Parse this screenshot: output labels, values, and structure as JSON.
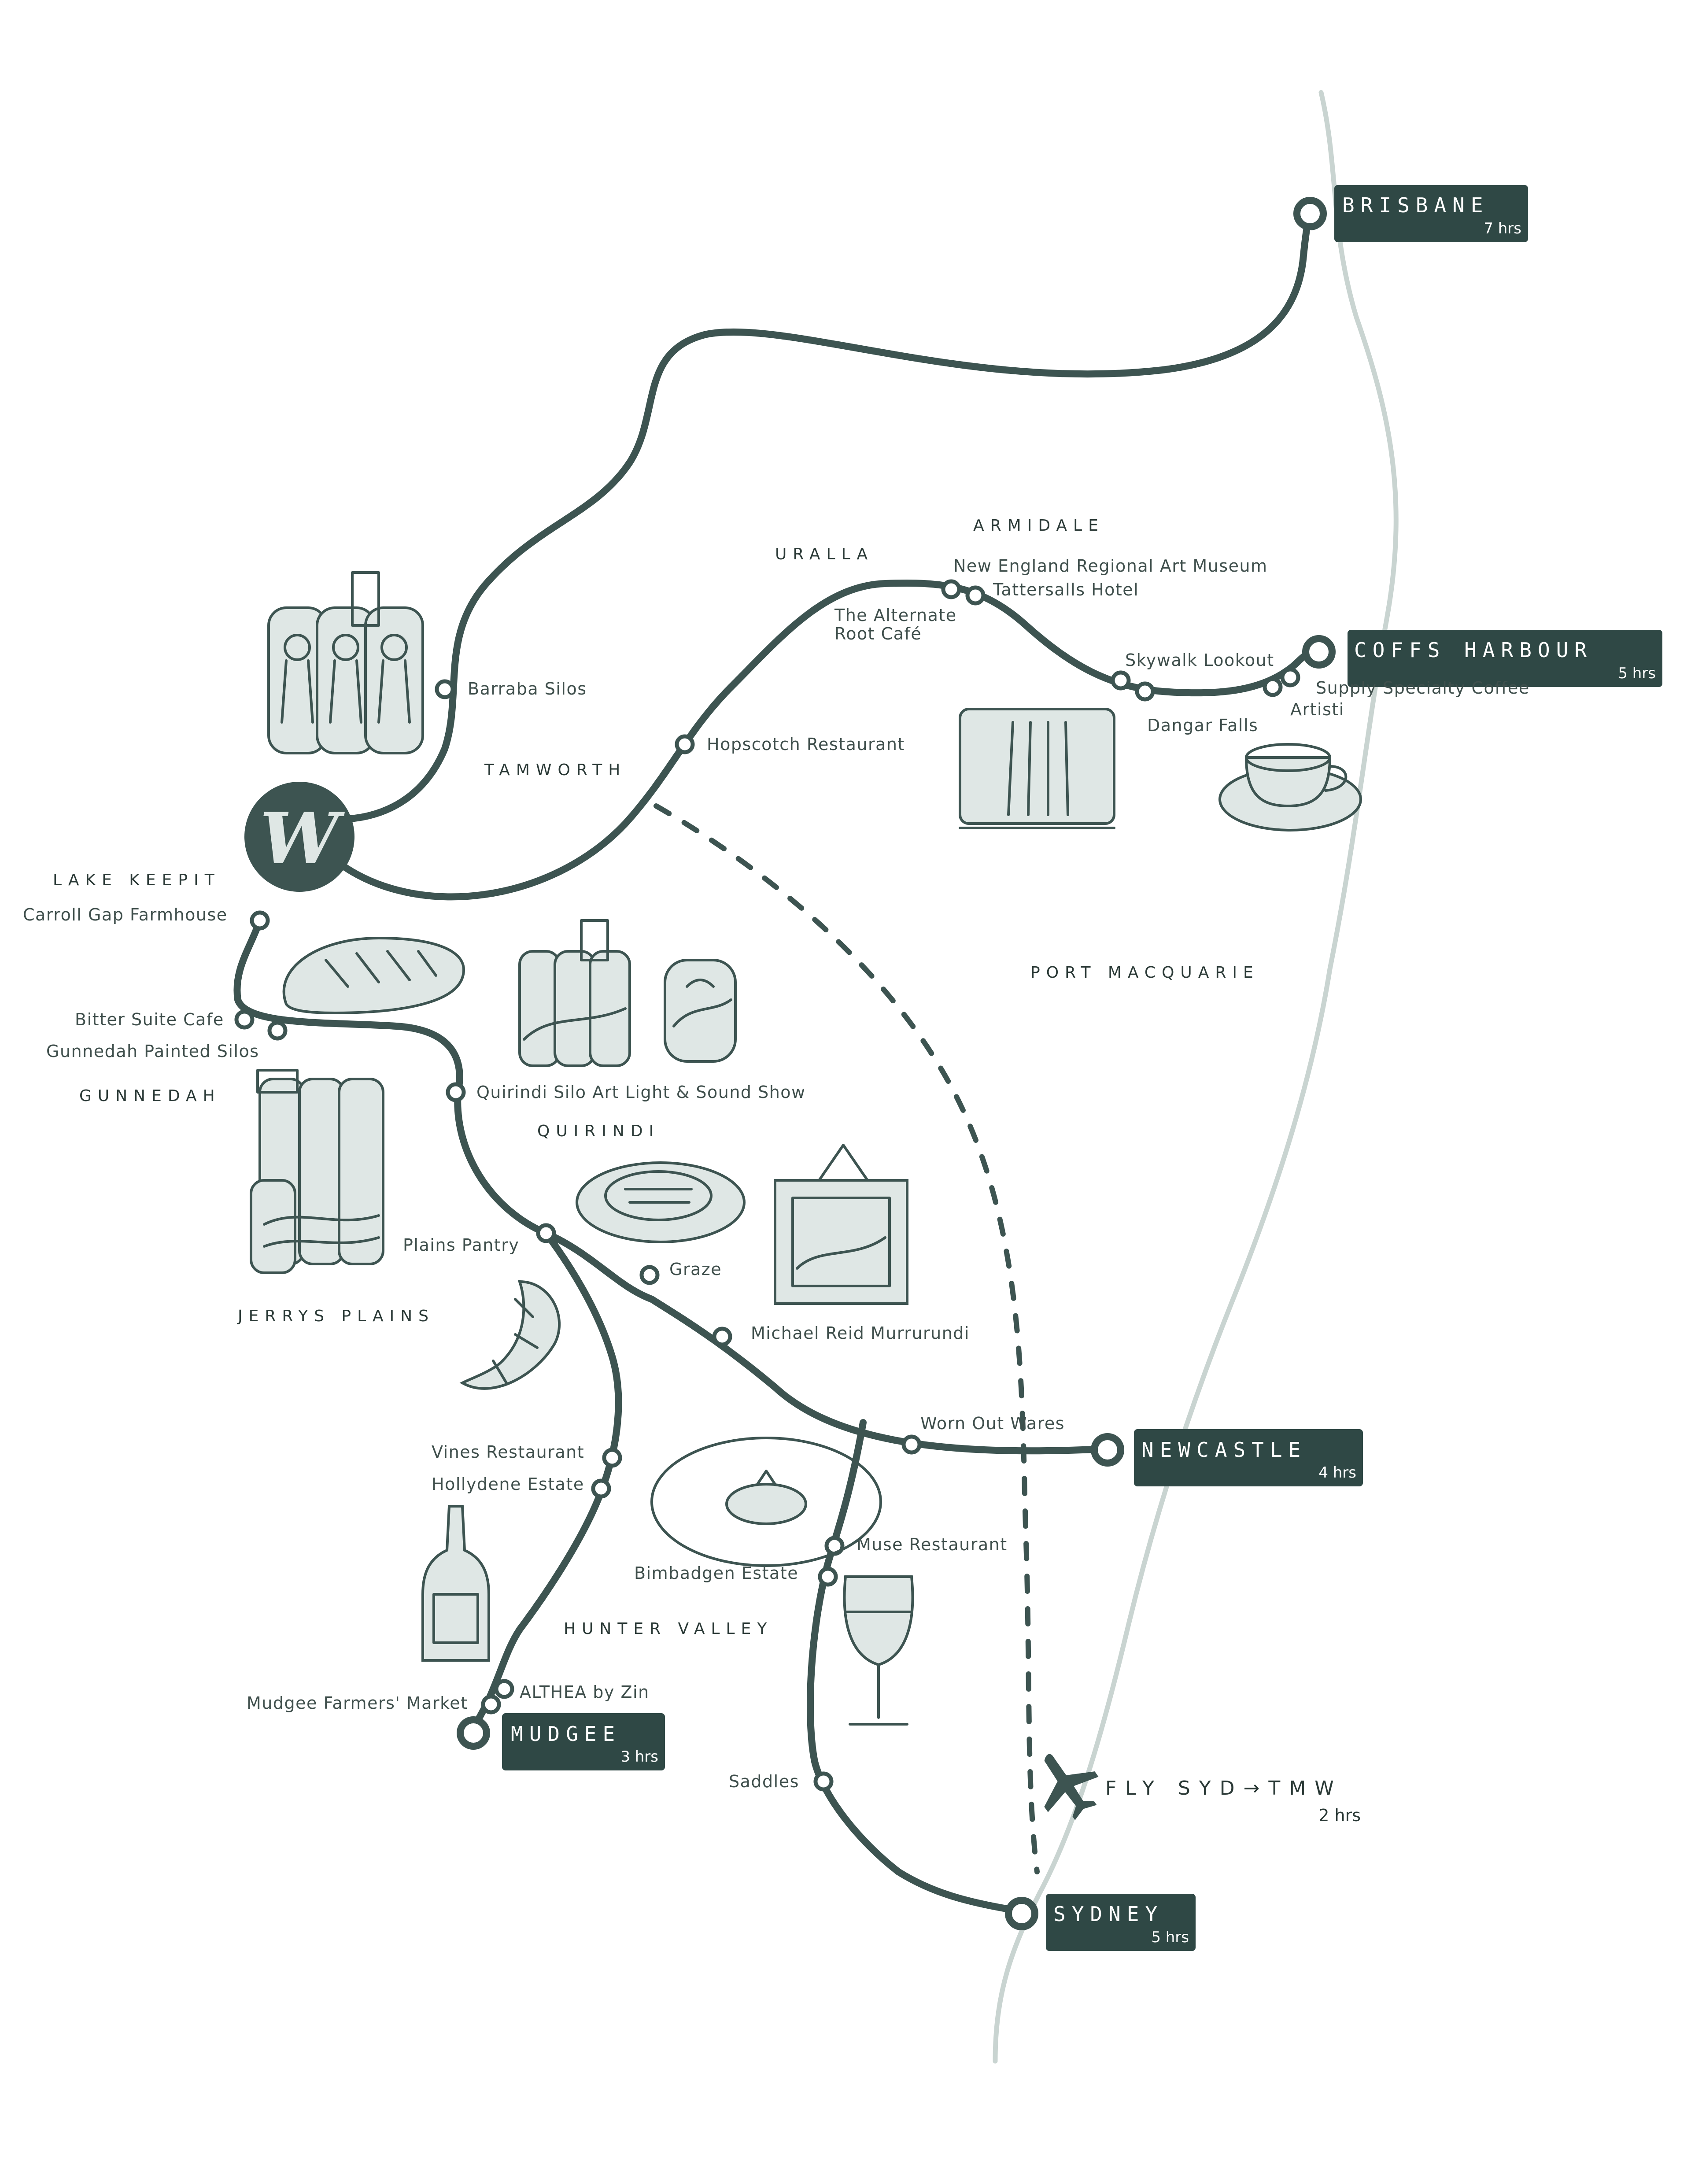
{
  "colors": {
    "route": "#3d5451",
    "coast": "#c9d4d1",
    "badge": "#2f4845",
    "badge_text": "#ffffff",
    "text": "#3f4f4c"
  },
  "logo": {
    "letter": "W"
  },
  "cities": {
    "brisbane": {
      "name": "BRISBANE",
      "time": "7 hrs"
    },
    "coffs": {
      "name": "COFFS HARBOUR",
      "time": "5 hrs"
    },
    "newcastle": {
      "name": "NEWCASTLE",
      "time": "4 hrs"
    },
    "mudgee": {
      "name": "MUDGEE",
      "time": "3 hrs"
    },
    "sydney": {
      "name": "SYDNEY",
      "time": "5 hrs"
    }
  },
  "towns": {
    "uralla": "URALLA",
    "armidale": "ARMIDALE",
    "tamworth": "TAMWORTH",
    "lake_keepit": "LAKE KEEPIT",
    "gunnedah": "GUNNEDAH",
    "quirindi": "QUIRINDI",
    "jerrys_plains": "JERRYS PLAINS",
    "hunter_valley": "HUNTER VALLEY",
    "port_macquarie": "PORT MACQUARIE"
  },
  "stops": {
    "barraba_silos": "Barraba Silos",
    "hopscotch": "Hopscotch Restaurant",
    "alternate_root_1": "The Alternate",
    "alternate_root_2": "Root Café",
    "ne_art_museum": "New England Regional Art Museum",
    "tattersalls": "Tattersalls Hotel",
    "skywalk": "Skywalk Lookout",
    "dangar_falls": "Dangar Falls",
    "supply_coffee": "Supply Specialty Coffee",
    "artisti": "Artisti",
    "carroll_gap": "Carroll Gap Farmhouse",
    "bitter_suite": "Bitter Suite Cafe",
    "gunnedah_silos": "Gunnedah Painted Silos",
    "quirindi_silo": "Quirindi Silo Art Light & Sound Show",
    "plains_pantry": "Plains Pantry",
    "graze": "Graze",
    "michael_reid": "Michael Reid Murrurundi",
    "worn_out_wares": "Worn Out Wares",
    "vines": "Vines Restaurant",
    "hollydene": "Hollydene Estate",
    "muse": "Muse Restaurant",
    "bimbadgen": "Bimbadgen Estate",
    "mudgee_market": "Mudgee Farmers' Market",
    "althea": "ALTHEA by Zin",
    "saddles": "Saddles"
  },
  "flight": {
    "label": "FLY SYD→TMW",
    "time": "2 hrs"
  },
  "icons": [
    "silo-art-icon",
    "bread-icon",
    "quirindi-silo-icon",
    "gunnedah-silo-icon",
    "steak-icon",
    "painting-icon",
    "croissant-icon",
    "waterfall-icon",
    "coffee-cup-icon",
    "plated-dish-icon",
    "wine-bottle-icon",
    "wine-glass-icon",
    "airplane-icon"
  ]
}
